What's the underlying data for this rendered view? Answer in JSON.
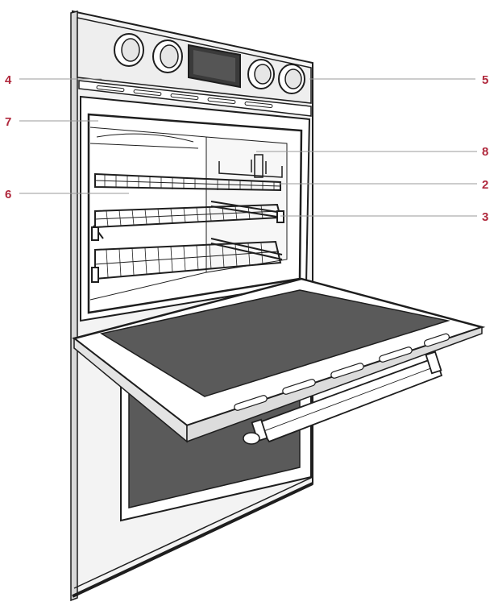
{
  "colors": {
    "callout": "#b0283c",
    "stroke": "#1e1e1e",
    "panel": "#eeeeee",
    "dark_glass": "#5a5a5a",
    "window": "#3a3a3a",
    "white": "#ffffff"
  },
  "callouts": {
    "c4": "4",
    "c5": "5",
    "c7": "7",
    "c8": "8",
    "c6": "6",
    "c2": "2",
    "c3": "3"
  }
}
